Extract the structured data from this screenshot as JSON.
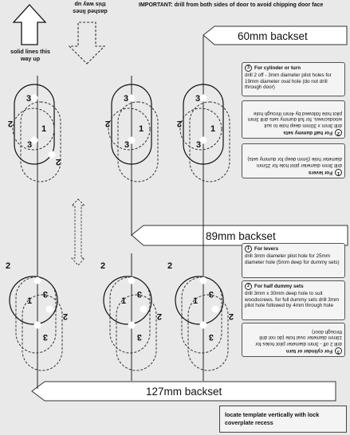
{
  "important": "IMPORTANT: drill from both sides of door to avoid chipping door face",
  "solid_label": "solid lines this way up",
  "dashed_label": "dashed lines this way up",
  "backsets": {
    "b60": "60mm backset",
    "b89": "89mm backset",
    "b127": "127mm backset"
  },
  "hole_numbers": {
    "one": "1",
    "two": "2",
    "three": "3"
  },
  "notes": {
    "levers_title": "For levers",
    "levers_body": "drill 3mm diameter pilot hole for 25mm diameter hole (5mm deep for dummy sets)",
    "half_title": "For half dummy sets",
    "half_body": "drill 3mm x 30mm deep hole to suit woodscrews. for full dummy sets drill 3mm pilot hole followed by 4mm through hole",
    "cyl_title": "For cylinder or turn",
    "cyl_body": "drill 2 off - 3mm diameter pilot holes for 19mm diameter oval hole (do not drill through door)",
    "num1": "1",
    "num2": "2",
    "num3": "3"
  },
  "bottom_note": "locate template vertically with lock coverplate recess"
}
